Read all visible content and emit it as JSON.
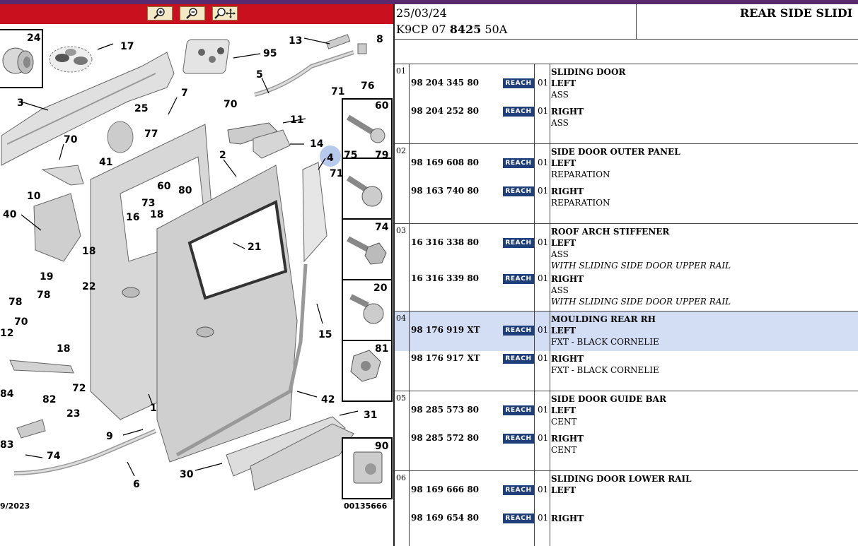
{
  "toolbar": {
    "zoom_in_icon": "zoom-in-icon",
    "zoom_out_icon": "zoom-out-icon",
    "zoom_fit_icon": "zoom-fit-icon"
  },
  "diagram": {
    "callouts": [
      "24",
      "17",
      "95",
      "13",
      "8",
      "3",
      "7",
      "5",
      "71",
      "76",
      "25",
      "70",
      "77",
      "11",
      "60",
      "70",
      "14",
      "75",
      "79",
      "4",
      "41",
      "2",
      "71",
      "10",
      "60",
      "80",
      "73",
      "40",
      "16",
      "18",
      "74",
      "18",
      "21",
      "19",
      "22",
      "78",
      "20",
      "78",
      "70",
      "18",
      "12",
      "15",
      "72",
      "81",
      "84",
      "82",
      "23",
      "42",
      "31",
      "83",
      "74",
      "9",
      "90",
      "6",
      "30",
      "1"
    ],
    "date_label": "9/2023",
    "image_id": "00135666"
  },
  "header": {
    "date": "25/03/24",
    "code_prefix": "K9CP 07",
    "code_bold": "8425",
    "code_suffix": "50A",
    "title": "REAR SIDE SLIDI"
  },
  "groups": [
    {
      "num": "01",
      "entries": [
        {
          "ref": "98 204 345 80",
          "badge": "REACH",
          "qty": "01",
          "title": "SLIDING DOOR",
          "side": "LEFT",
          "lines": [
            "ASS"
          ],
          "italic": []
        },
        {
          "ref": "98 204 252 80",
          "badge": "REACH",
          "qty": "01",
          "title": "",
          "side": "RIGHT",
          "lines": [
            "ASS"
          ],
          "italic": []
        }
      ]
    },
    {
      "num": "02",
      "entries": [
        {
          "ref": "98 169 608 80",
          "badge": "REACH",
          "qty": "01",
          "title": "SIDE DOOR OUTER PANEL",
          "side": "LEFT",
          "lines": [
            "REPARATION"
          ],
          "italic": []
        },
        {
          "ref": "98 163 740 80",
          "badge": "REACH",
          "qty": "01",
          "title": "",
          "side": "RIGHT",
          "lines": [
            "REPARATION"
          ],
          "italic": []
        }
      ]
    },
    {
      "num": "03",
      "entries": [
        {
          "ref": "16 316 338 80",
          "badge": "REACH",
          "qty": "01",
          "title": "ROOF ARCH STIFFENER",
          "side": "LEFT",
          "lines": [
            "ASS"
          ],
          "italic": [
            "WITH SLIDING SIDE DOOR UPPER RAIL"
          ]
        },
        {
          "ref": "16 316 339 80",
          "badge": "REACH",
          "qty": "01",
          "title": "",
          "side": "RIGHT",
          "lines": [
            "ASS"
          ],
          "italic": [
            "WITH SLIDING SIDE DOOR UPPER RAIL"
          ]
        }
      ]
    },
    {
      "num": "04",
      "highlight": true,
      "entries": [
        {
          "ref": "98 176 919 XT",
          "badge": "REACH",
          "qty": "01",
          "title": "MOULDING REAR RH",
          "side": "LEFT",
          "lines": [
            "FXT - BLACK CORNELIE"
          ],
          "italic": []
        },
        {
          "ref": "98 176 917 XT",
          "badge": "REACH",
          "qty": "01",
          "title": "",
          "side": "RIGHT",
          "lines": [
            "FXT - BLACK CORNELIE"
          ],
          "italic": []
        }
      ]
    },
    {
      "num": "05",
      "entries": [
        {
          "ref": "98 285 573 80",
          "badge": "REACH",
          "qty": "01",
          "title": "SIDE DOOR GUIDE BAR",
          "side": "LEFT",
          "lines": [
            "CENT"
          ],
          "italic": []
        },
        {
          "ref": "98 285 572 80",
          "badge": "REACH",
          "qty": "01",
          "title": "",
          "side": "RIGHT",
          "lines": [
            "CENT"
          ],
          "italic": []
        }
      ]
    },
    {
      "num": "06",
      "entries": [
        {
          "ref": "98 169 666 80",
          "badge": "REACH",
          "qty": "01",
          "title": "SLIDING DOOR LOWER RAIL",
          "side": "LEFT",
          "lines": [],
          "italic": []
        },
        {
          "ref": "98 169 654 80",
          "badge": "REACH",
          "qty": "01",
          "title": "",
          "side": "RIGHT",
          "lines": [],
          "italic": []
        }
      ]
    }
  ],
  "colors": {
    "toolbar": "#c8101e",
    "badge": "#1f3f7a",
    "highlight": "#d3def5",
    "accent_stripe": "#5a2a6e"
  }
}
